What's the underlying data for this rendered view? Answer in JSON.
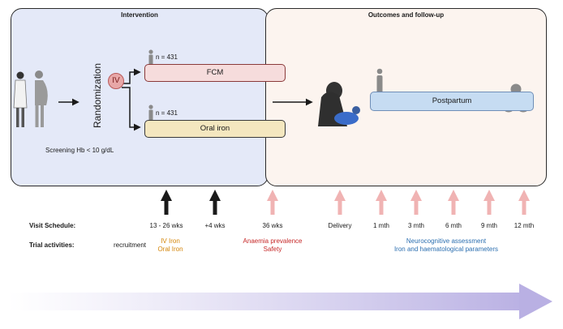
{
  "panels": {
    "intervention": {
      "title": "Intervention"
    },
    "outcomes": {
      "title": "Outcomes and follow-up"
    }
  },
  "screening_label": "Screening Hb < 10 g/dL",
  "randomization_label": "Randomization",
  "iv_badge": "IV",
  "arms": [
    {
      "n": "n = 431",
      "label": "FCM"
    },
    {
      "n": "n = 431",
      "label": "Oral iron"
    }
  ],
  "postpartum_label": "Postpartum",
  "visit_schedule": {
    "label": "Visit Schedule:",
    "items": [
      "13 - 26 wks",
      "+4 wks",
      "36 wks",
      "Delivery",
      "1 mth",
      "3 mth",
      "6 mth",
      "9 mth",
      "12 mth"
    ]
  },
  "trial_activities": {
    "label": "Trial activities:",
    "recruitment": "recruitment",
    "iv_iron": "IV Iron",
    "oral_iron": "Oral Iron",
    "anaemia": "Anaemia prevalence",
    "safety": "Safety",
    "neuro": "Neurocognitive assessment",
    "iron_params": "Iron and haematological parameters"
  },
  "colors": {
    "intervention_bg": "#e4e9f8",
    "outcomes_bg": "#fcf4ef",
    "fcm_fill": "#f6dcdc",
    "fcm_border": "#8a3a3a",
    "oral_fill": "#f4e7bf",
    "postpartum_fill": "#c6dcf2",
    "iv_badge": "#e8a7a7",
    "arrow_black": "#1a1a1a",
    "arrow_pink": "#f0b3b3",
    "orange_text": "#d4860b",
    "red_text": "#c62828",
    "blue_text": "#2c6fb0",
    "timeline": "#c9c2ea"
  }
}
